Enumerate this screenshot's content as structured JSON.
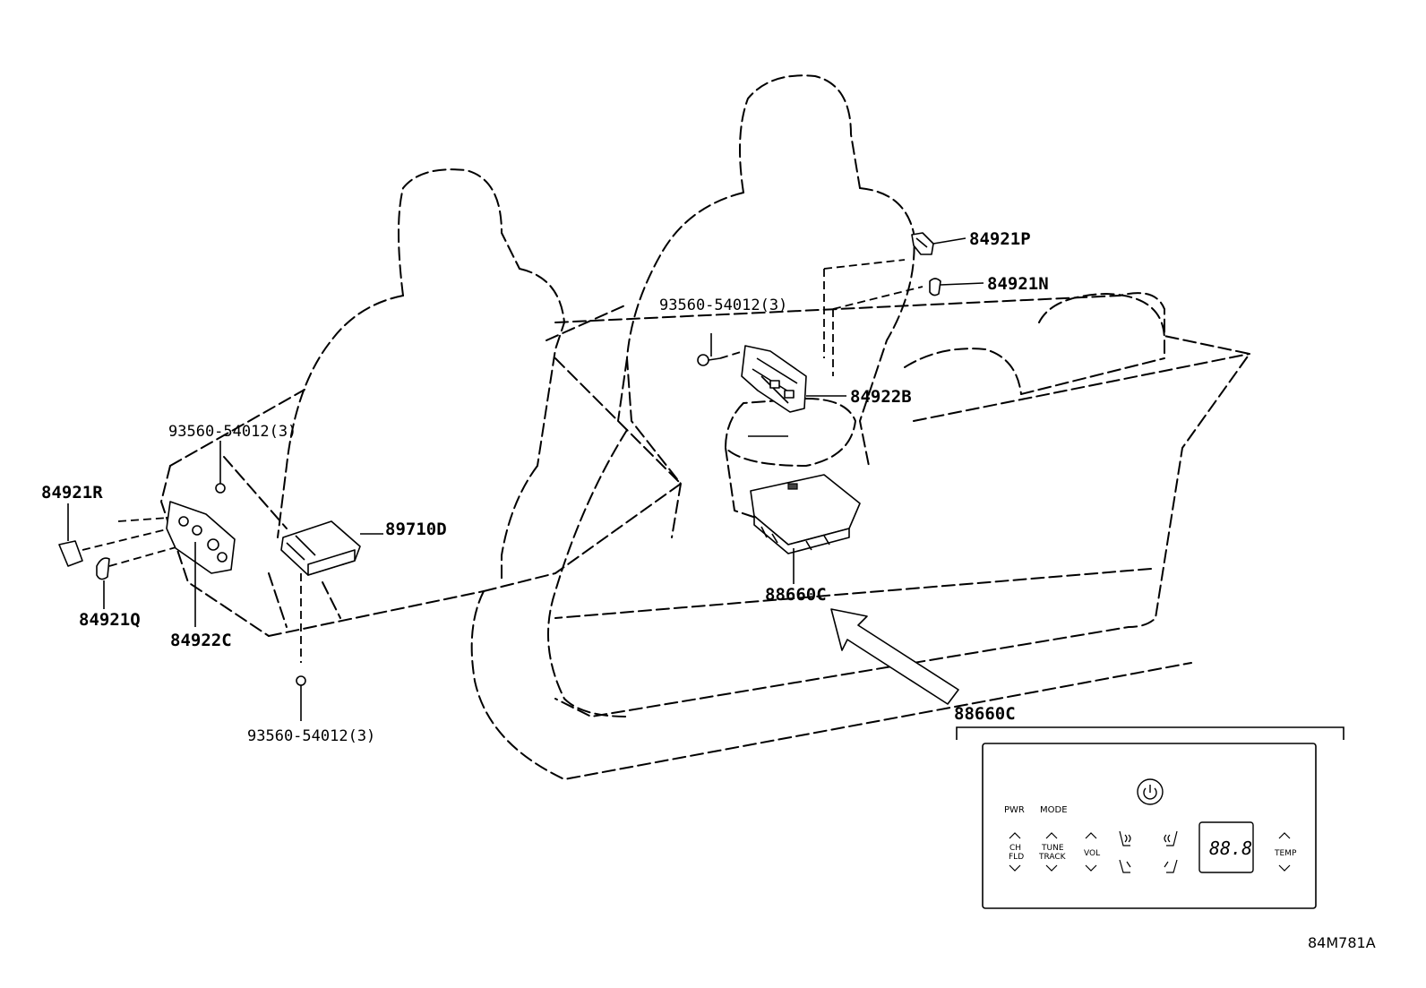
{
  "callouts": {
    "p84921P": "84921P",
    "p84921N": "84921N",
    "bolt_center": "93560-54012(3)",
    "p84922B": "84922B",
    "bolt_left": "93560-54012(3)",
    "p84921R": "84921R",
    "p89710D": "89710D",
    "p84921Q": "84921Q",
    "p84922C": "84922C",
    "p88660C": "88660C",
    "bolt_bottom": "93560-54012(3)",
    "detail_label": "88660C"
  },
  "panel": {
    "pwr": "PWR",
    "mode": "MODE",
    "ch": "CH",
    "fld": "FLD",
    "tune": "TUNE",
    "track": "TRACK",
    "vol": "VOL",
    "display": "88.8",
    "temp": "TEMP"
  },
  "drawing_ref": "84M781A",
  "icons": [
    "power-icon",
    "seat-heater-icon",
    "chevron-up-icon",
    "chevron-down-icon"
  ]
}
